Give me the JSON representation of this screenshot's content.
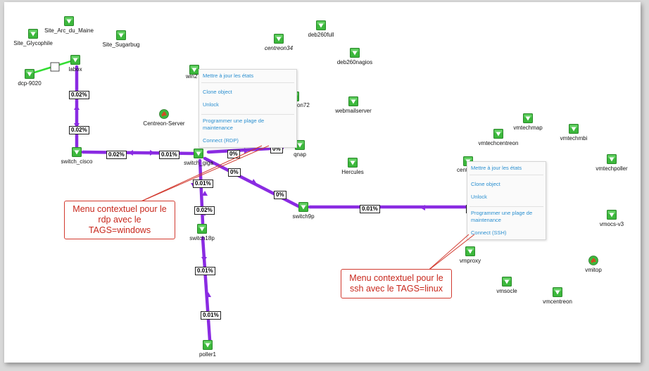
{
  "colors": {
    "link": "#8a2be2",
    "link_green": "#33dd33",
    "menu_text": "#2a8fd0",
    "callout": "#c8281d",
    "ok": "#3cb83c"
  },
  "nodes": [
    {
      "id": "site_glycophile",
      "label": "Site_Glycophile",
      "icon": "host-ok-icon"
    },
    {
      "id": "site_arc",
      "label": "Site_Arc_du_Maine",
      "icon": "host-ok-icon"
    },
    {
      "id": "site_sugarbug",
      "label": "Site_Sugarbug",
      "icon": "host-ok-icon"
    },
    {
      "id": "labox",
      "label": "labox",
      "icon": "host-ok-icon"
    },
    {
      "id": "dcp",
      "label": "dcp-9020",
      "icon": "host-ok-icon"
    },
    {
      "id": "switch_cisco",
      "label": "switch_cisco",
      "icon": "host-ok-icon"
    },
    {
      "id": "centreon_server",
      "label": "Centreon-Server",
      "icon": "host-warning-icon"
    },
    {
      "id": "win2",
      "label": "win2",
      "icon": "host-ok-icon"
    },
    {
      "id": "switch_giga",
      "label": "switch_giga",
      "icon": "host-ok-icon"
    },
    {
      "id": "centreon34",
      "label": "centreon34",
      "icon": "host-ok-icon"
    },
    {
      "id": "deb260full",
      "label": "deb260full",
      "icon": "host-ok-icon"
    },
    {
      "id": "deb260nagios",
      "label": "deb260nagios",
      "icon": "host-ok-icon"
    },
    {
      "id": "son72",
      "label": "son72",
      "icon": "host-ok-icon"
    },
    {
      "id": "webmailserver",
      "label": "webmailserver",
      "icon": "host-ok-icon"
    },
    {
      "id": "qnap",
      "label": "qnap",
      "icon": "host-ok-icon"
    },
    {
      "id": "hercules",
      "label": "Hercules",
      "icon": "host-ok-icon"
    },
    {
      "id": "switch9p",
      "label": "switch9p",
      "icon": "host-ok-icon"
    },
    {
      "id": "switch18p",
      "label": "switch18p",
      "icon": "host-ok-icon"
    },
    {
      "id": "poller1",
      "label": "poller1",
      "icon": "host-ok-icon"
    },
    {
      "id": "vmtechmap",
      "label": "vmtechmap",
      "icon": "host-ok-icon"
    },
    {
      "id": "vmtechcentreon",
      "label": "vmtechcentreon",
      "icon": "host-ok-icon"
    },
    {
      "id": "vmtechmbi",
      "label": "vmtechmbi",
      "icon": "host-ok-icon"
    },
    {
      "id": "centre",
      "label": "centre",
      "icon": "host-ok-icon"
    },
    {
      "id": "vmtechpoller",
      "label": "vmtechpoller",
      "icon": "host-ok-icon"
    },
    {
      "id": "vmocs",
      "label": "vmocs-v3",
      "icon": "host-ok-icon"
    },
    {
      "id": "vmproxy",
      "label": "vmproxy",
      "icon": "host-ok-icon"
    },
    {
      "id": "vmitop",
      "label": "vmitop",
      "icon": "host-warning-icon"
    },
    {
      "id": "vmsocle",
      "label": "vmsocle",
      "icon": "host-ok-icon"
    },
    {
      "id": "vmcentreon",
      "label": "vmcentreon",
      "icon": "host-ok-icon"
    }
  ],
  "links": [
    {
      "name": "labox-dcp",
      "kind": "green"
    },
    {
      "name": "labox-switch_cisco",
      "kind": "purple"
    },
    {
      "name": "switch_cisco-switch_giga",
      "kind": "purple"
    },
    {
      "name": "switch_giga-qnap",
      "kind": "purple"
    },
    {
      "name": "switch_giga-switch9p",
      "kind": "purple"
    },
    {
      "name": "switch_giga-switch18p",
      "kind": "purple"
    },
    {
      "name": "switch18p-poller1",
      "kind": "purple"
    },
    {
      "name": "switch9p-centre",
      "kind": "purple"
    }
  ],
  "labels": [
    "0.02%",
    "0.02%",
    "0.02%",
    "0.01%",
    "0%",
    "0%",
    "0%",
    "0.01%",
    "0.02%",
    "0.01%",
    "0.01%",
    "0.01%",
    "0.",
    "0%",
    "0%"
  ],
  "menu_rdp": {
    "items": [
      "Mettre à jour les états",
      "Clone object",
      "Unlock",
      "Programmer une plage de maintenance",
      "Connect (RDP)"
    ]
  },
  "menu_ssh": {
    "items": [
      "Mettre à jour les états",
      "Clone object",
      "Unlock",
      "Programmer une plage de maintenance",
      "Connect (SSH)"
    ]
  },
  "callout_rdp": {
    "text": "Menu contextuel pour le rdp avec le TAGS=windows"
  },
  "callout_ssh": {
    "text": "Menu contextuel pour le ssh avec le TAGS=linux"
  }
}
